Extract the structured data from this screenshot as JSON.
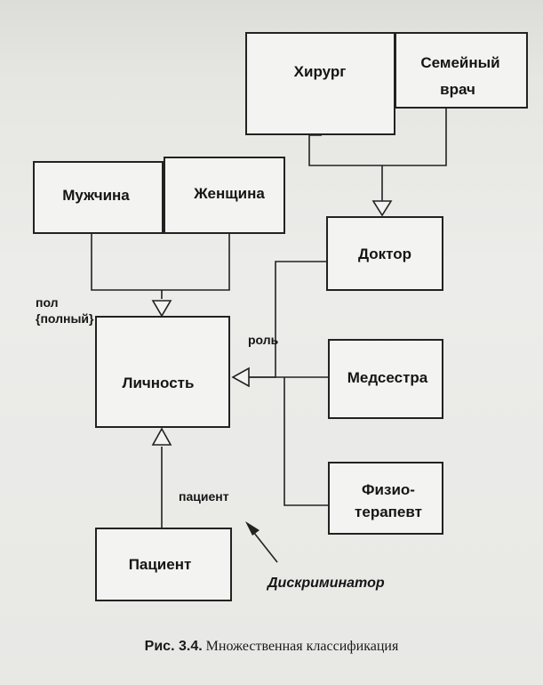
{
  "classes": {
    "surgeon": "Хирург",
    "family_doctor_line1": "Семейный",
    "family_doctor_line2": "врач",
    "male": "Мужчина",
    "female": "Женщина",
    "doctor": "Доктор",
    "person": "Личность",
    "nurse": "Медсестра",
    "physio_line1": "Физио-",
    "physio_line2": "терапевт",
    "patient": "Пациент"
  },
  "labels": {
    "sex_line1": "пол",
    "sex_line2": "{полный}",
    "role": "роль",
    "patient_disc": "пациент",
    "discriminator": "Дискриминатор"
  },
  "caption": {
    "number": "Рис. 3.4.",
    "text": "Множественная классификация"
  }
}
